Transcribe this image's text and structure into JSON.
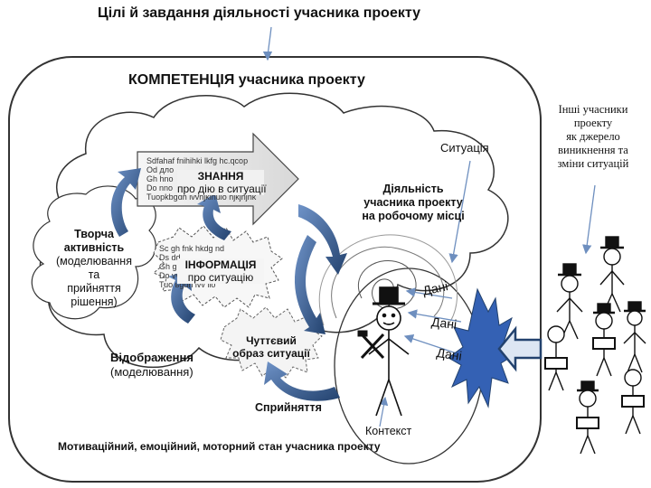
{
  "title_top": "Цілі й завдання діяльності учасника проекту",
  "competence_title": "КОМПЕТЕНЦІЯ учасника проекту",
  "bottom_state": "Мотиваційний, емоційний, моторний стан учасника проекту",
  "situation": "Ситуація",
  "activity": [
    "Діяльність",
    "учасника проекту",
    "на робочому місці"
  ],
  "knowledge": [
    "ЗНАННЯ",
    "про дію в ситуації"
  ],
  "information": [
    "ІНФОРМАЦІЯ",
    "про ситуацію"
  ],
  "sensory": [
    "Чуттєвий",
    "образ ситуації"
  ],
  "creative": [
    "Творча",
    "активність",
    "(моделювання",
    "та",
    "прийняття",
    "рішення)"
  ],
  "reflection": [
    "Відображення",
    "(моделювання)"
  ],
  "perception": "Сприйняття",
  "context": "Контекст",
  "data_label": "Дані",
  "others": [
    "Інші учасники",
    "проекту",
    "як джерело",
    "виникнення та",
    "зміни ситуацій"
  ],
  "garble_knowledge": [
    "Sdfahaf   fnihihki   lkfg   hc.qcop",
    "Od                                  дло",
    "Gh                                 hno",
    "Do                                  nno",
    "Tuopkbgdh    ivvhjkihuio hjkjhjhk"
  ],
  "garble_info": [
    "Sc  gh              fnk hkdg  nd",
    "Ds                             dd",
    "Gh                             gkkj",
    "Do                             vvv",
    "Tuo   ьgdh      ivv         lio"
  ],
  "colors": {
    "arrow_blue": "#3f6aa6",
    "arrow_dark": "#23426e",
    "burst_blue": "#3461b4",
    "outline": "#333333"
  }
}
